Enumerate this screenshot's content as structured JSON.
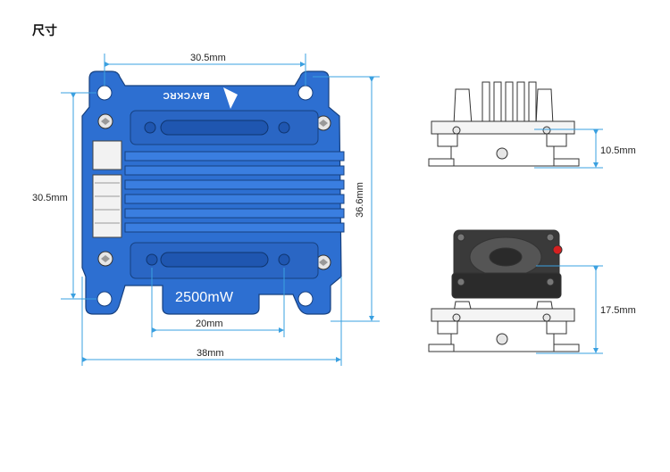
{
  "title": "尺寸",
  "brand_text": "BAYCKRC",
  "power_label": "2500mW",
  "dimensions": {
    "top_width": "30.5mm",
    "left_height": "30.5mm",
    "right_height": "36.6mm",
    "slot_width": "20mm",
    "overall_width": "38mm",
    "heatsink_height": "10.5mm",
    "fan_height": "17.5mm"
  },
  "colors": {
    "board_blue": "#2d6fd1",
    "board_dark": "#1f56b0",
    "dimension_line": "#3aa0e0"
  }
}
